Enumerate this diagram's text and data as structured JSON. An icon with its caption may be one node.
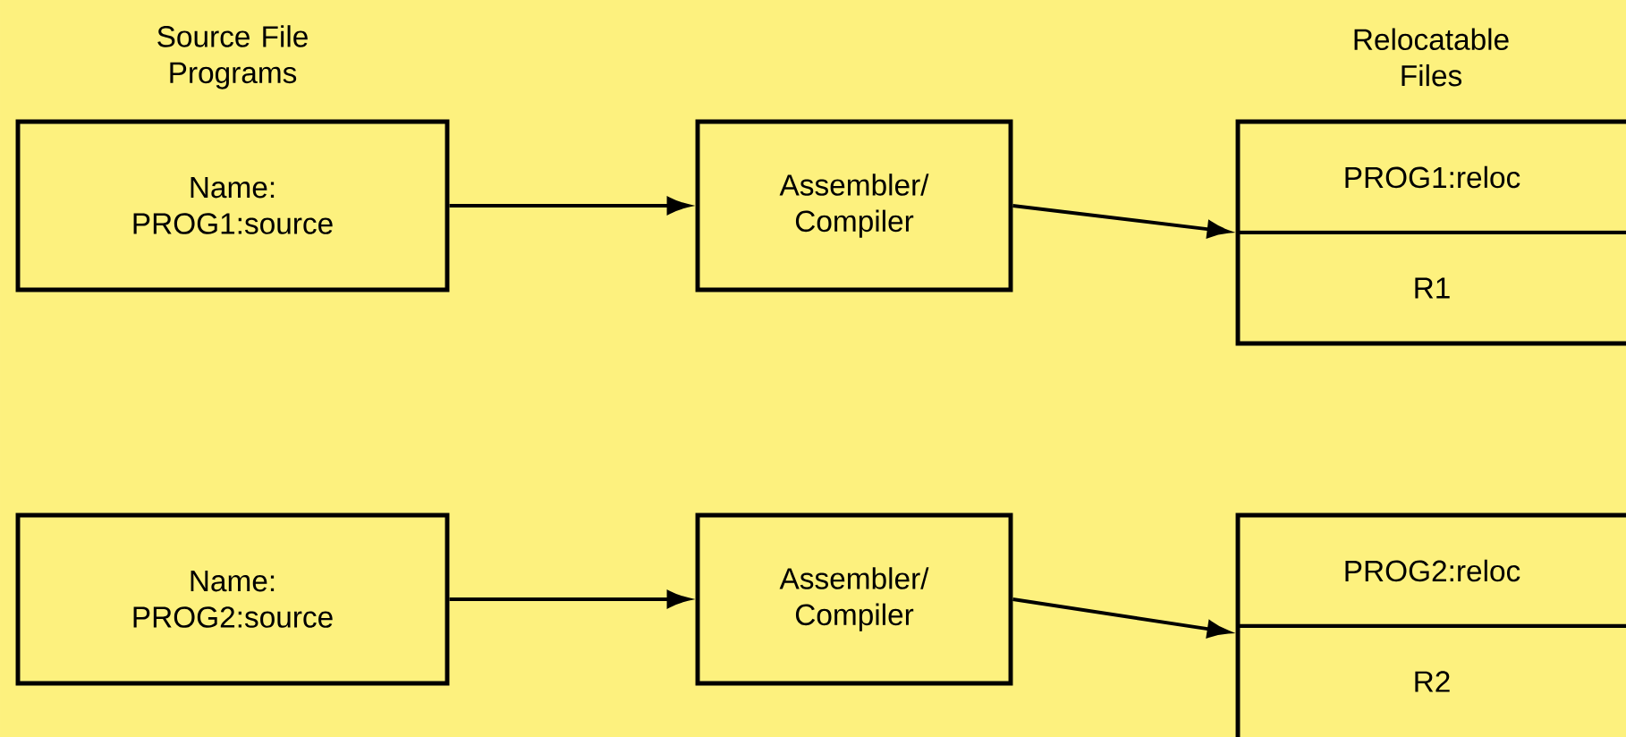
{
  "diagram": {
    "nodes": [
      {
        "text": [
          "Name: PROG1:source"
        ]
      },
      {
        "text": [
          "Assembler/ Compiler"
        ]
      },
      {
        "text": [
          "PROG1:reloc",
          "R1"
        ]
      },
      {
        "text": [
          "Name: PROG2:source"
        ]
      },
      {
        "text": [
          "Assembler/ Compiler"
        ]
      },
      {
        "text": [
          "PROG2:reloc",
          "R2"
        ]
      }
    ],
    "edges": [
      {
        "from": 0,
        "to": 1,
        "arrow": "to"
      },
      {
        "from": 1,
        "to": 2,
        "arrow": "to"
      },
      {
        "from": 3,
        "to": 4,
        "arrow": "to"
      },
      {
        "from": 4,
        "to": 5,
        "arrow": "to"
      }
    ],
    "labels": [
      "Source File Programs",
      "Relocatable Files"
    ]
  }
}
